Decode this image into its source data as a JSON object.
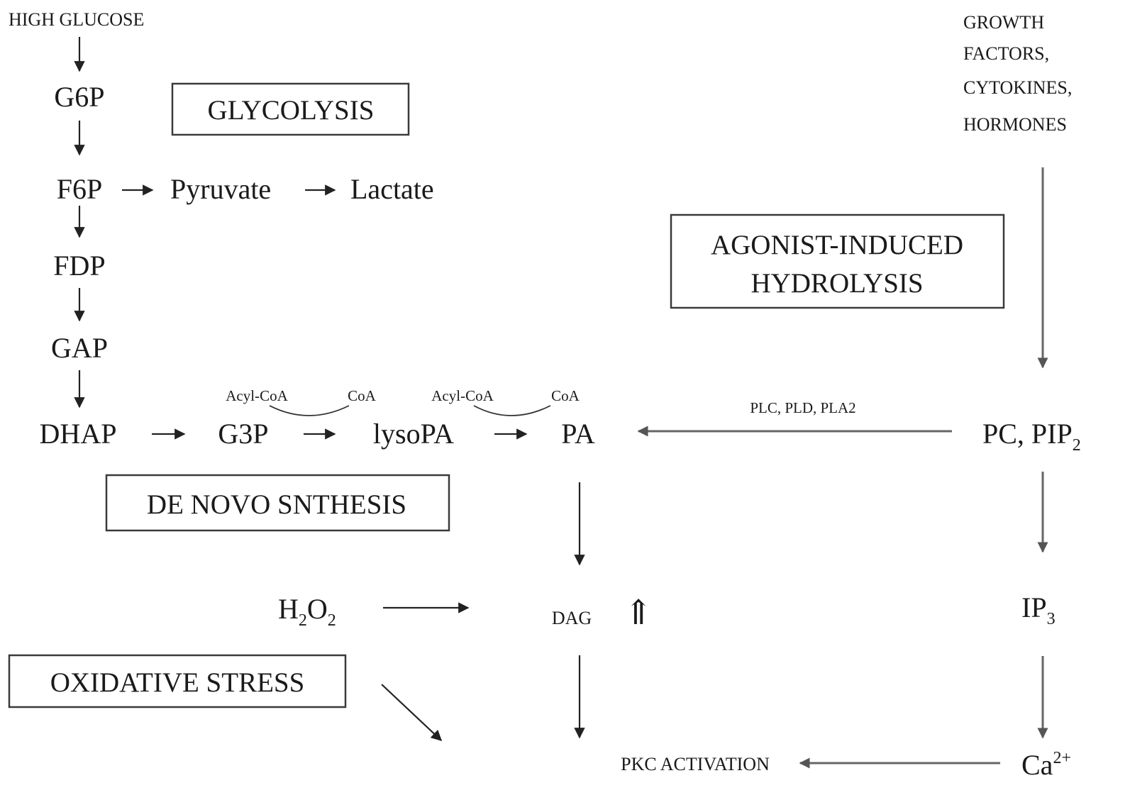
{
  "glycolysis": {
    "start": "HIGH GLUCOSE",
    "g6p": "G6P",
    "f6p": "F6P",
    "pyruvate": "Pyruvate",
    "lactate": "Lactate",
    "fdp": "FDP",
    "gap": "GAP",
    "box_label": "GLYCOLYSIS"
  },
  "de_novo": {
    "dhap": "DHAP",
    "g3p": "G3P",
    "lysopa": "lysoPA",
    "pa": "PA",
    "acyl_coa_1": "Acyl-CoA",
    "coa_1": "CoA",
    "acyl_coa_2": "Acyl-CoA",
    "coa_2": "CoA",
    "box_label": "DE NOVO SNTHESIS"
  },
  "agonist": {
    "inputs": [
      "GROWTH",
      "FACTORS,",
      "CYTOKINES,",
      "HORMONES"
    ],
    "box_line1": "AGONIST-INDUCED",
    "box_line2": "HYDROLYSIS",
    "enzymes": "PLC, PLD, PLA2",
    "pc": "PC, PIP",
    "pc_sub": "2",
    "ip": "IP",
    "ip_sub": "3",
    "ca": "Ca",
    "ca_sup": "2+"
  },
  "oxidative": {
    "h": "H",
    "h_sub": "2",
    "o": "O",
    "o_sub": "2",
    "box_label": "OXIDATIVE STRESS"
  },
  "center": {
    "dag": "DAG",
    "up_symbol": "⇑",
    "pkc": "PKC ACTIVATION"
  }
}
